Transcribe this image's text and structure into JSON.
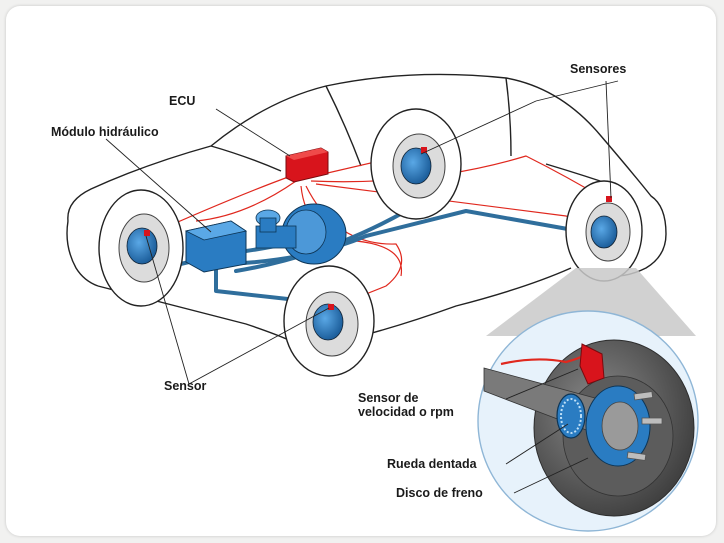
{
  "labels": {
    "ecu": "ECU",
    "hydraulic_module": "Módulo hidráulico",
    "sensors": "Sensores",
    "sensor": "Sensor",
    "speed_sensor": "Sensor de\nvelocidad o rpm",
    "toothed_wheel": "Rueda dentada",
    "brake_disc": "Disco de freno"
  },
  "colors": {
    "wire": "#e0281e",
    "brake_line": "#2f6e9c",
    "component_blue": "#2a7cc2",
    "ecu_red": "#d8141c",
    "car_outline": "#222222",
    "zoom_circle": "#e7f2fb"
  }
}
